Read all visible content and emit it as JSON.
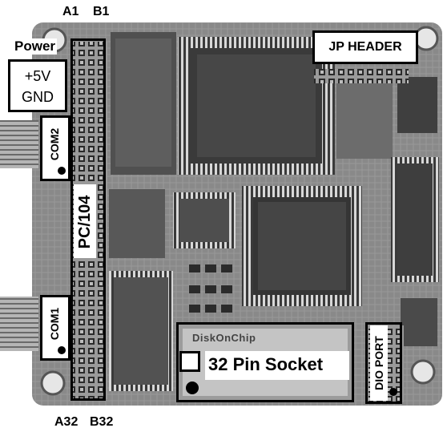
{
  "pins": {
    "top_left": "A1",
    "top_right": "B1",
    "bottom_left": "A32",
    "bottom_right": "B32"
  },
  "power": {
    "title": "Power",
    "line1": "+5V",
    "line2": "GND"
  },
  "connectors": {
    "com2": "COM2",
    "com1": "COM1",
    "pc104": "PC/104",
    "jp_header": "JP HEADER",
    "dio_port": "DIO PORT",
    "socket": "32 Pin Socket"
  },
  "chip_marking": "DiskOnChip"
}
